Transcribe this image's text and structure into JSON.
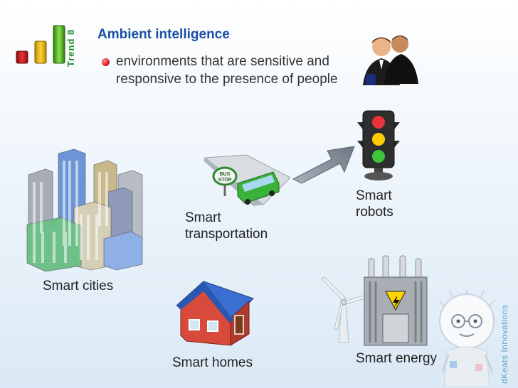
{
  "header": {
    "trend_label": "Trend 8",
    "title": "Ambient intelligence",
    "description": "environments that are sensitive and responsive to the presence of people"
  },
  "items": {
    "cities": "Smart cities",
    "transportation": "Smart transportation",
    "robots": "Smart robots",
    "homes": "Smart homes",
    "energy": "Smart energy"
  },
  "bus_stop_sign": "BUS STOP",
  "watermark": "dKeats Innovations",
  "colors": {
    "title": "#1a4fa3",
    "trend": "#1f8b2b"
  }
}
